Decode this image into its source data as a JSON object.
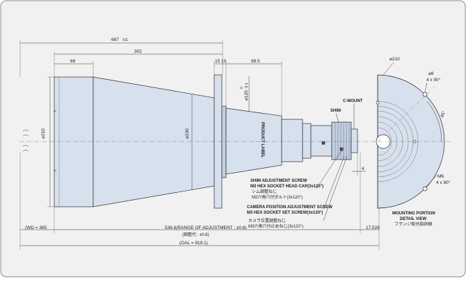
{
  "colors": {
    "background": "#f1f1f1",
    "body_fill": "#d7e1ee",
    "body_fill_dark": "#c2d0e3",
    "line": "#2a2a2a",
    "border": "#8c8c8c"
  },
  "dims": {
    "overall_length": "667",
    "overall_tolerance": "±11",
    "front_length": "302",
    "rear_length": "98.5",
    "flange_a": "15",
    "flange_b": "10",
    "front_ring": "69",
    "dia_front": "210",
    "dia_mid": "230",
    "dia_flange": "120",
    "dia_flange_tol_top": "0",
    "dia_flange_tol_bot": "-0.1",
    "dia_mount_outer": "210",
    "dia_hole": "8",
    "hole_pattern": "4 x 90°",
    "angle": "45°",
    "tap": "M6",
    "tap_pattern": "4 x 90°",
    "cmount_gap": "4",
    "wd": "(WD = 365",
    "adjust": "536.6(RANGE OF ADJUSTMENT : ±0.6)",
    "adjust_jp": "(調整代 : ±0.6)",
    "back": "17.526",
    "oal": "(OAL = 919.1)"
  },
  "labels": {
    "cmount": "C-MOUNT",
    "shim": "SHIM",
    "product_label": "PRODUCT LABEL",
    "shim_screw_1": "SHIM ADJUSTMENT SCREW",
    "shim_screw_2": "M2 HEX SOCKET HEAD CAP(3x120°)",
    "shim_screw_jp1": "シム調整ねじ",
    "shim_screw_jp2": "M2六角穴付ボルト(3x120°)",
    "cam_screw_1": "CAMERA POSITION ADJUSTMENT SCREW",
    "cam_screw_2": "M3 HEX SOCKET SET SCREW(3x120°)",
    "cam_screw_jp1": "カメラ位置調整ねじ",
    "cam_screw_jp2": "M3六角穴付止めねじ(3x120°)",
    "mount_title_1": "MOUNTING PORTION",
    "mount_title_2": "DETAIL VIEW",
    "mount_title_jp": "フランジ取付部詳細"
  }
}
